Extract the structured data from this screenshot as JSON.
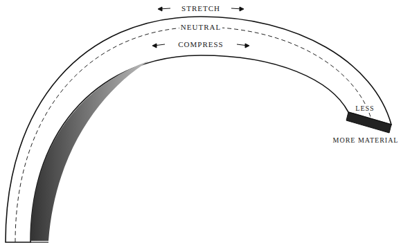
{
  "diagram": {
    "labels": [
      "STRETCH",
      "NEUTRAL",
      "COMPRESS",
      "LESS",
      "MORE MATERIAL"
    ]
  }
}
